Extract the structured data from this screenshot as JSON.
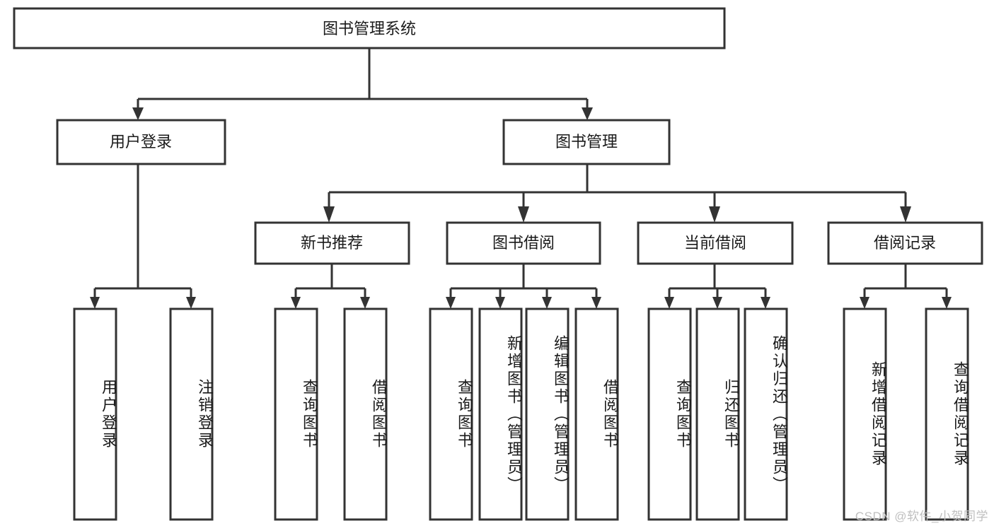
{
  "diagram": {
    "title": "图书管理系统",
    "type": "tree",
    "watermark": "CSDN @软件_小贺同学",
    "colors": {
      "box_fill": "#ffffff",
      "box_stroke": "#333333",
      "text": "#1a1a1a",
      "watermark": "#bfbfbf",
      "background": "#ffffff"
    },
    "levels": {
      "root": {
        "label": "图书管理系统"
      },
      "level2": [
        {
          "label": "用户登录"
        },
        {
          "label": "图书管理"
        }
      ],
      "level3": [
        {
          "label": "新书推荐"
        },
        {
          "label": "图书借阅"
        },
        {
          "label": "当前借阅"
        },
        {
          "label": "借阅记录"
        }
      ],
      "leaves": {
        "user_login": [
          {
            "label": "用户登录"
          },
          {
            "label": "注销登录"
          }
        ],
        "new_book_recommend": [
          {
            "label": "查询图书"
          },
          {
            "label": "借阅图书"
          }
        ],
        "book_borrow": [
          {
            "label": "查询图书"
          },
          {
            "label": "新增图书（管理员）"
          },
          {
            "label": "编辑图书（管理员）"
          },
          {
            "label": "借阅图书"
          }
        ],
        "current_borrow": [
          {
            "label": "查询图书"
          },
          {
            "label": "归还图书"
          },
          {
            "label": "确认归还（管理员）"
          }
        ],
        "borrow_record": [
          {
            "label": "新增借阅记录"
          },
          {
            "label": "查询借阅记录"
          }
        ]
      }
    }
  }
}
